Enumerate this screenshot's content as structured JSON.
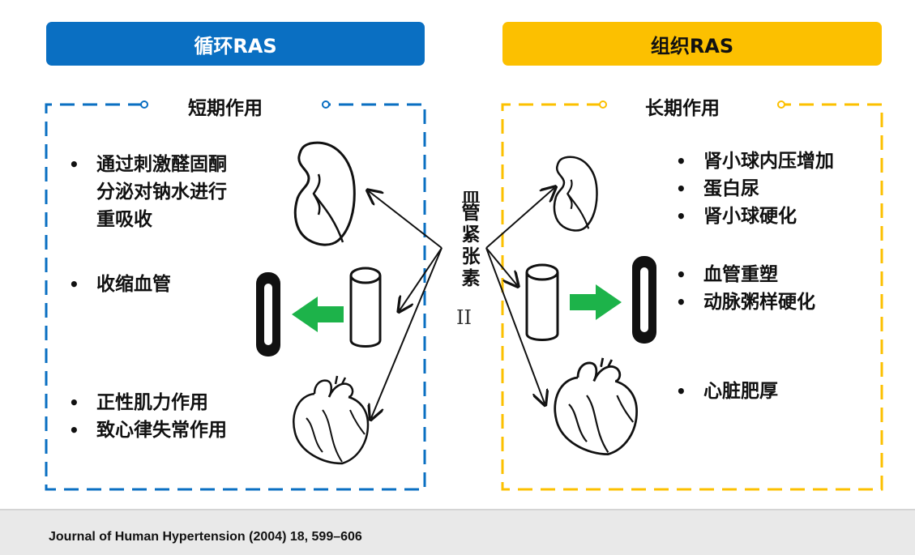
{
  "left": {
    "title": "循环RAS",
    "subtitle": "短期作用",
    "groups": [
      {
        "items": [
          "通过刺激醛固酮",
          "分泌对钠水进行",
          "重吸收"
        ]
      },
      {
        "items": [
          "收缩血管"
        ]
      },
      {
        "items": [
          "正性肌力作用",
          "致心律失常作用"
        ]
      }
    ]
  },
  "right": {
    "title": "组织RAS",
    "subtitle": "长期作用",
    "groups": [
      {
        "items": [
          "肾小球内压增加",
          "蛋白尿",
          "肾小球硬化"
        ]
      },
      {
        "items": [
          "血管重塑",
          "动脉粥样硬化"
        ]
      },
      {
        "items": [
          "心脏肥厚"
        ]
      }
    ]
  },
  "center": {
    "angiotensin_chars": [
      "血",
      "管",
      "紧",
      "张",
      "素"
    ],
    "angiotensin_suffix": "II"
  },
  "footer": {
    "citation": "Journal of Human Hypertension (2004) 18, 599–606"
  },
  "colors": {
    "left_accent": "#0a6fc2",
    "right_accent": "#fcc000",
    "arrow_green": "#1db34a"
  },
  "icons": [
    "kidney-icon",
    "vessel-icon",
    "heart-icon",
    "arrow-icon"
  ]
}
